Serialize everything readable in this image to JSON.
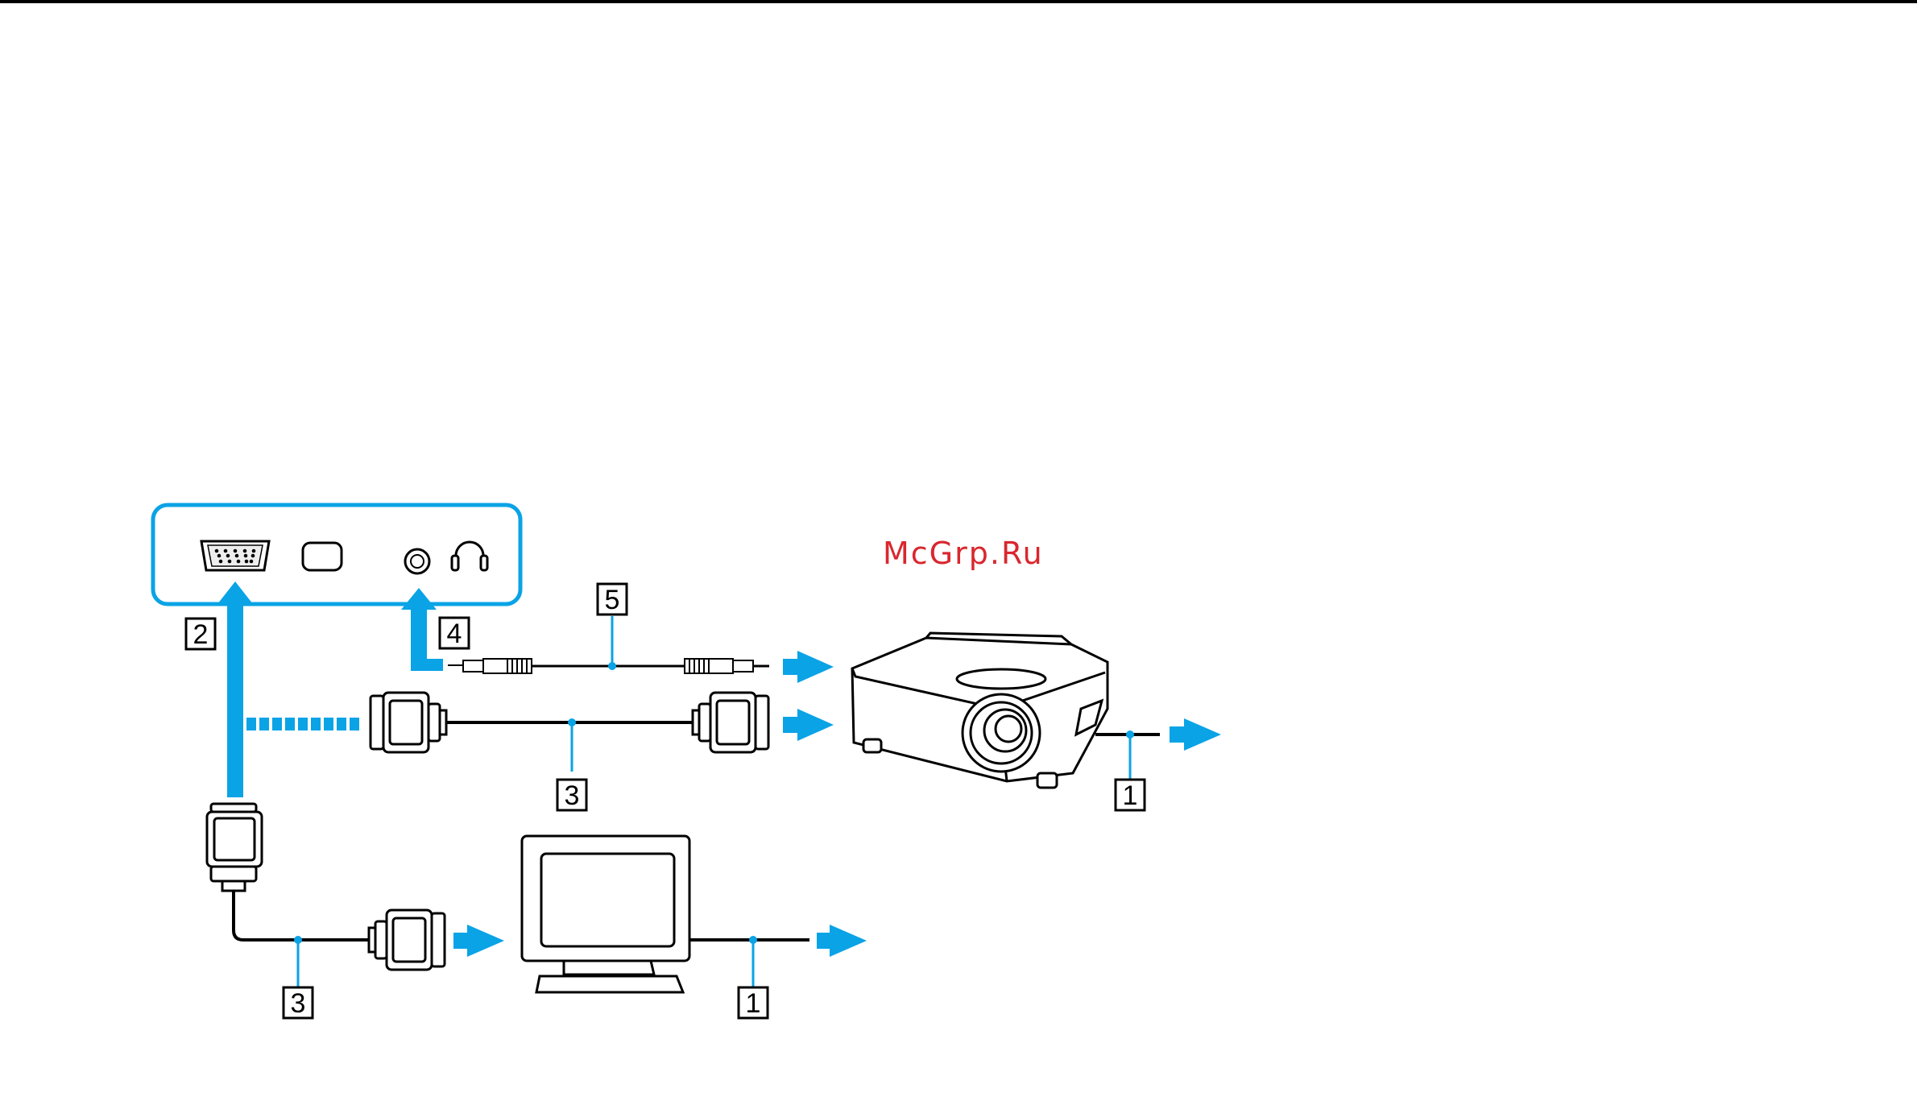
{
  "watermark": "McGrp.Ru",
  "callouts": {
    "c1_projector": "1",
    "c1_monitor": "1",
    "c2": "2",
    "c3_upper": "3",
    "c3_lower": "3",
    "c4": "4",
    "c5": "5"
  },
  "colors": {
    "accent": "#0aa3e6",
    "line": "#000000"
  },
  "icons": {
    "vga_port": "vga-port-icon",
    "hdmi_port": "hdmi-port-icon",
    "audio_jack": "audio-jack-icon",
    "headphones": "headphones-icon"
  }
}
